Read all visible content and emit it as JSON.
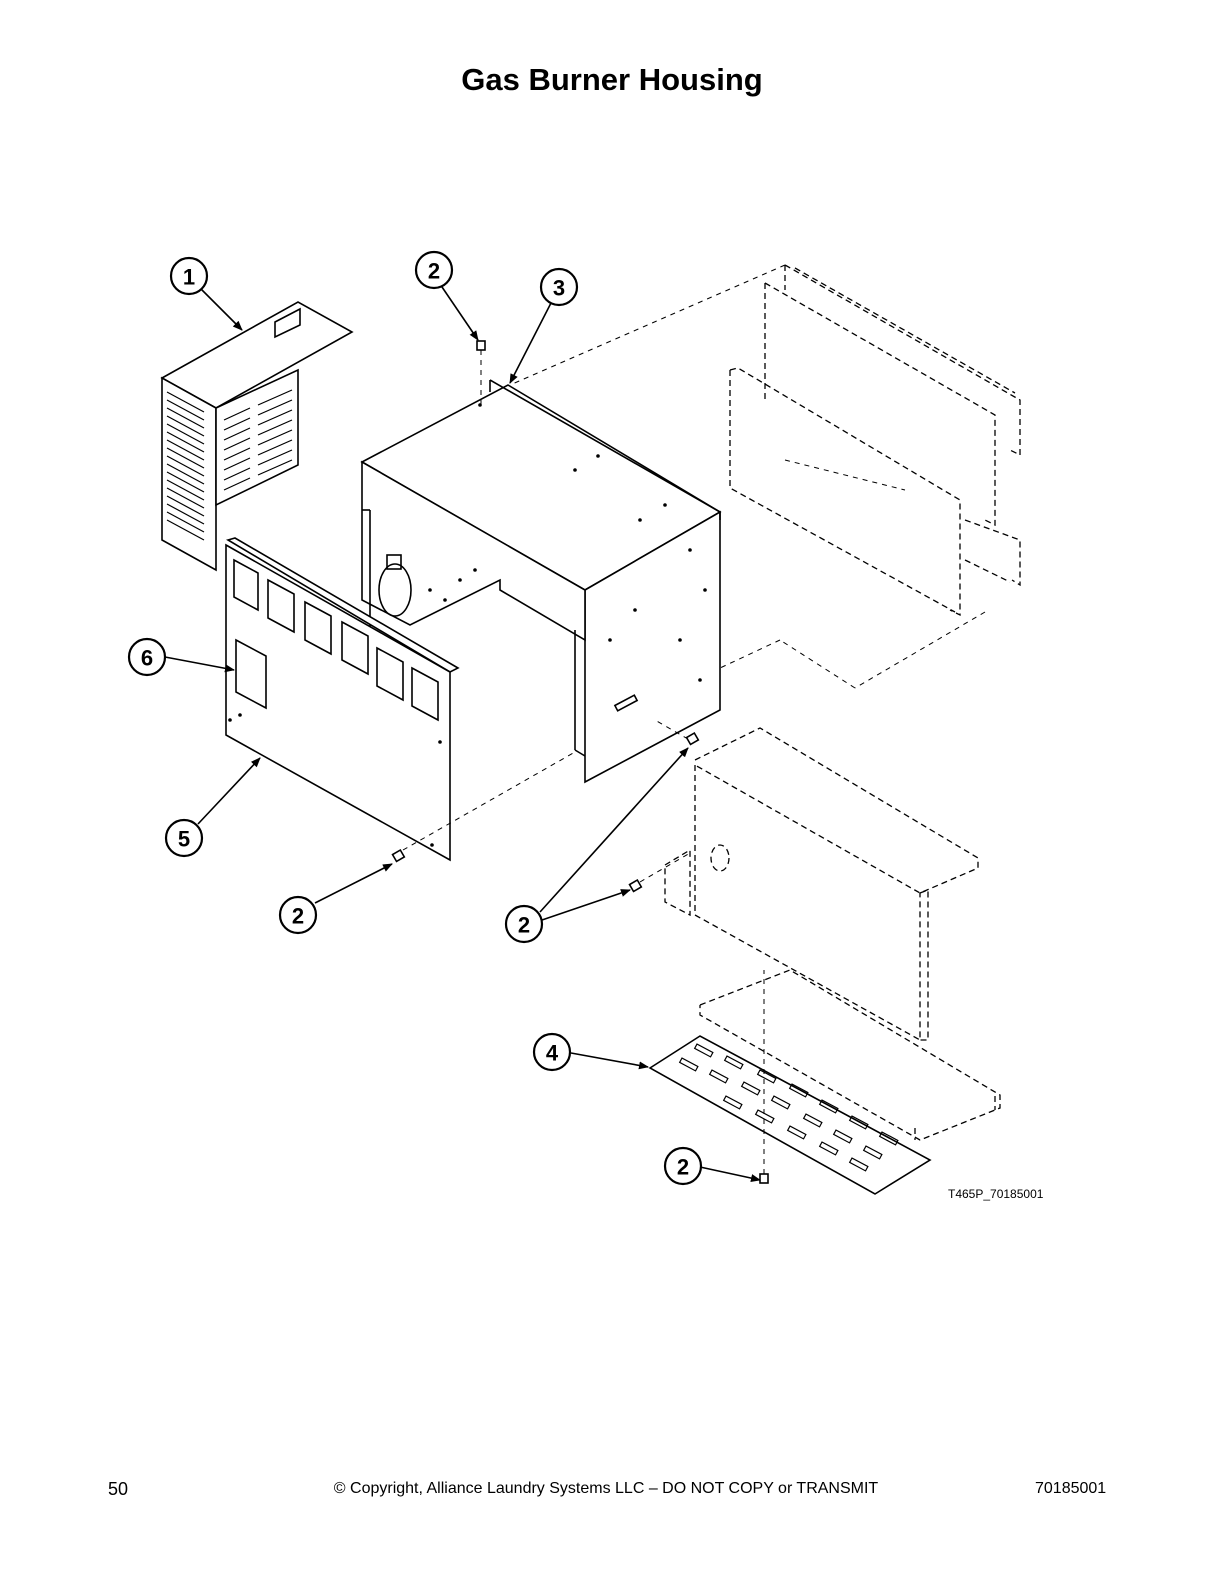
{
  "page_title": "Gas Burner Housing",
  "figure_id": "T465P_70185001",
  "callouts": [
    "1",
    "2",
    "3",
    "2",
    "2",
    "2",
    "6",
    "5",
    "4",
    "2"
  ],
  "footer": {
    "page_number": "50",
    "copyright": "© Copyright, Alliance Laundry Systems LLC – DO NOT COPY or TRANSMIT",
    "doc_number": "70185001"
  }
}
